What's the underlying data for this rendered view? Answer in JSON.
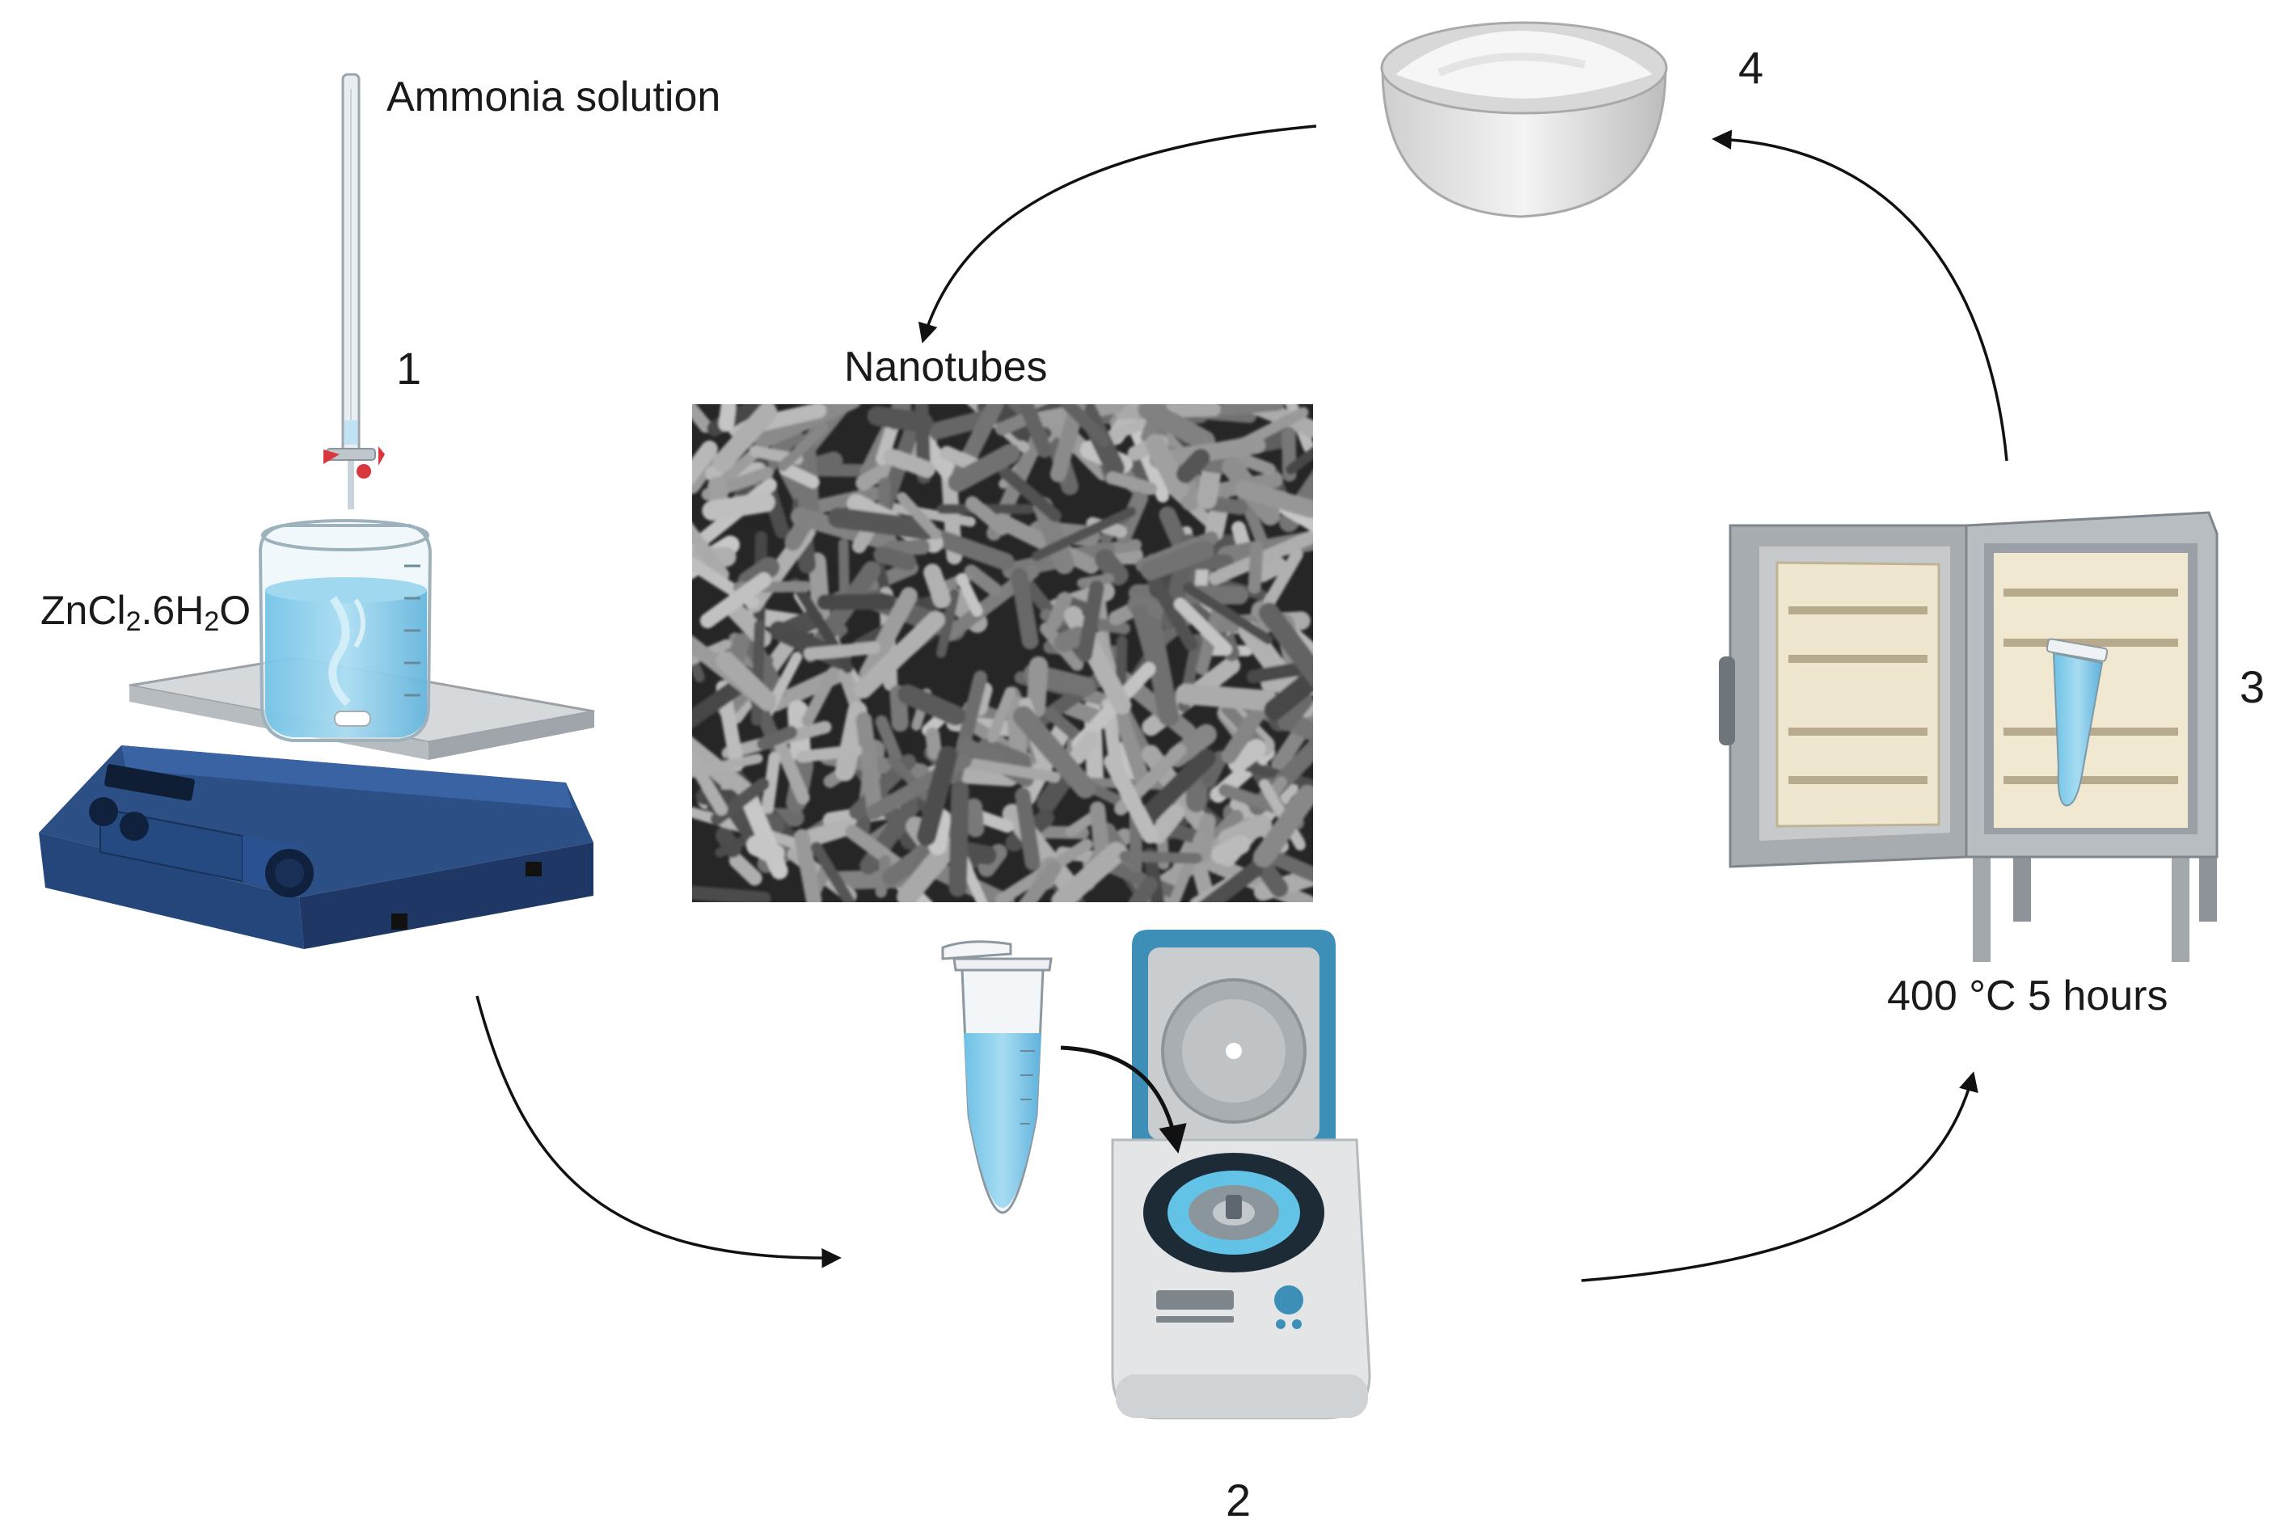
{
  "labels": {
    "ammonia": "Ammonia solution",
    "zn_prefix": "ZnCl",
    "zn_sub1": "2",
    "zn_mid": ".6H",
    "zn_sub2": "2",
    "zn_suffix": "O",
    "nanotubes": "Nanotubes",
    "furnace_condition": "400 °C 5 hours"
  },
  "steps": {
    "step1": "1",
    "step2": "2",
    "step3": "3",
    "step4": "4"
  },
  "colors": {
    "stirrer_body": "#2c4f86",
    "stirrer_dark": "#1e3764",
    "liquid": "#8fd0ec",
    "centrifuge_lid": "#3d8fb8",
    "furnace_wall": "#a9aeb3",
    "furnace_inside": "#f3ead5",
    "arrow": "#111111"
  },
  "icons": {
    "hot_plate_stirrer": "magnetic-stirrer-icon",
    "burette": "burette-icon",
    "beaker": "beaker-icon",
    "sem_image": "sem-micrograph",
    "tube": "microcentrifuge-tube-icon",
    "centrifuge": "centrifuge-icon",
    "furnace": "muffle-furnace-icon",
    "bowl": "powder-bowl-icon"
  }
}
